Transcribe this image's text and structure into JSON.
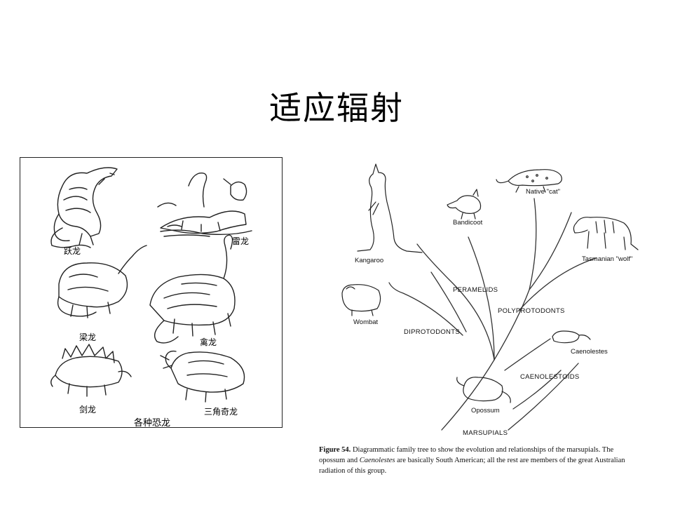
{
  "slide": {
    "title": "适应辐射"
  },
  "dinosaur_panel": {
    "labels": {
      "jumping": "跃龙",
      "thunder": "雷龙",
      "beam": "梁龙",
      "bird": "禽龙",
      "sword": "剑龙",
      "triceratops": "三角奇龙",
      "caption": "各种恐龙"
    }
  },
  "family_tree": {
    "animals": {
      "kangaroo": "Kangaroo",
      "bandicoot": "Bandicoot",
      "native_cat": "Native \"cat\"",
      "tasmanian_wolf": "Tasmanian \"wolf\"",
      "wombat": "Wombat",
      "caenolestes": "Caenolestes",
      "opossum": "Opossum"
    },
    "groups": {
      "peramelids": "PERAMELIDS",
      "polyprotodonts": "POLYPROTODONTS",
      "diprotodonts": "DIPROTODONTS",
      "caenolestoids": "CAENOLESTOIDS",
      "marsupials": "MARSUPIALS"
    }
  },
  "figure_caption": {
    "label": "Figure 54.",
    "text_1": "Diagrammatic family tree to show the evolution and relationships of the marsupials. The opossum and ",
    "italic": "Caenolestes",
    "text_2": " are basically South American; all the rest are members of the great Australian radiation of this group."
  }
}
